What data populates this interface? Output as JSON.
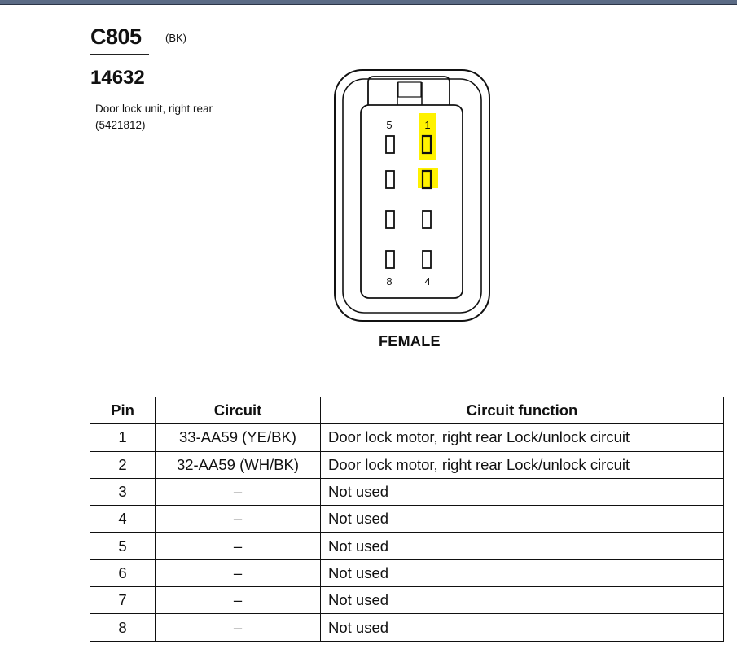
{
  "connector": {
    "code": "C805",
    "color": "(BK)",
    "part_number": "14632",
    "description": "Door lock unit, right rear (5421812)",
    "gender": "FEMALE",
    "pin_labels": {
      "top_left": "5",
      "top_right": "1",
      "bottom_left": "8",
      "bottom_right": "4"
    },
    "highlighted_pins": [
      "1",
      "2"
    ],
    "highlight_color": "#fff200"
  },
  "table": {
    "headers": [
      "Pin",
      "Circuit",
      "Circuit function"
    ],
    "rows": [
      [
        "1",
        "33-AA59 (YE/BK)",
        "Door lock motor, right rear Lock/unlock circuit"
      ],
      [
        "2",
        "32-AA59 (WH/BK)",
        "Door lock motor, right rear Lock/unlock circuit"
      ],
      [
        "3",
        "–",
        "Not used"
      ],
      [
        "4",
        "–",
        "Not used"
      ],
      [
        "5",
        "–",
        "Not used"
      ],
      [
        "6",
        "–",
        "Not used"
      ],
      [
        "7",
        "–",
        "Not used"
      ],
      [
        "8",
        "–",
        "Not used"
      ]
    ]
  }
}
